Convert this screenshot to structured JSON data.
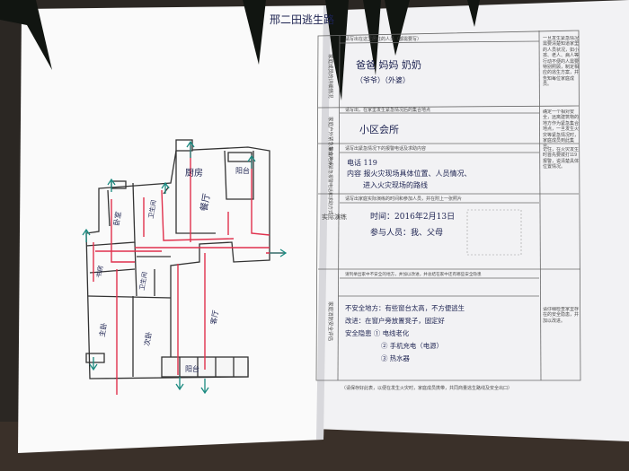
{
  "left_sheet": {
    "title": "邢二田逃生路"
  },
  "floor_plan": {
    "rooms": {
      "kitchen": "厨房",
      "balcony_top": "阳台",
      "living_room": "餐厅",
      "bedroom_a": "卧室",
      "bedroom_b": "卫生间",
      "study": "书房",
      "bathroom": "卫生间",
      "master_bedroom": "主卧",
      "second_bedroom": "次卧",
      "living_room_2": "客厅",
      "balcony_bottom": "阳台"
    }
  },
  "form": {
    "row1": {
      "label": "家庭成员的详细情况",
      "hint": "请写出在这里居住的人员（都需要写）",
      "answer_line1": "爸爸 妈妈 奶奶",
      "answer_line2": "（爷爷）（外婆）",
      "side_note": "一旦发生紧急情况需要清楚知道家里的人员状况，如小孩、老人、病人等行动不便的人需要特别照顾，制定相应的逃生方案，并告知每位家庭成员。"
    },
    "row2": {
      "label": "家庭户外紧急集合地点",
      "hint": "请写出，在家里发生紧急情况后的集合地点",
      "answer": "小区会所",
      "side_note": "确定一个相对安全，远离建筑物的地方作为紧急集合地点，一旦发生火灾等紧急情况时，家庭成员到此集合。"
    },
    "row3": {
      "label": "家庭户外紧急报警电话和求助方式",
      "hint": "请写出紧急情况下的报警电话及求助内容",
      "answer_line1": "电话 119",
      "answer_line2": "内容 报火灾现场具体位置、人员情况、",
      "answer_line3": "进入火灾现场的路线",
      "side_note": "记住，在火灾发生时首先要拨打119报警，说清楚具体位置情况。"
    },
    "row4": {
      "label": "实际演练",
      "hint": "请写出家庭实际演练的时间和参加人员，并在附上一张照片",
      "answer_line1": "时间：2016年2月13日",
      "answer_line2": "参与人员：我、父母"
    },
    "row5": {
      "label": "家庭消防安全评估",
      "hint": "请列举出家中不安全的地方，并加以改进，并总结在家中还有哪些安全隐患",
      "answer_line1": "不安全地方：有些窗台太高，不方便逃生",
      "answer_line2": "改进：在窗户旁放置凳子，固定好",
      "answer_line3": "安全隐患 ① 电线老化",
      "answer_line4": "② 手机充电（电源）",
      "answer_line5": "③ 热水器",
      "side_note": "请仔细检查家里存在的安全隐患，并加以改进。"
    },
    "footer_note": "（请保存好此表，以便在发生火灾时，家庭成员携带，共同商量逃生路线及安全出口）"
  }
}
